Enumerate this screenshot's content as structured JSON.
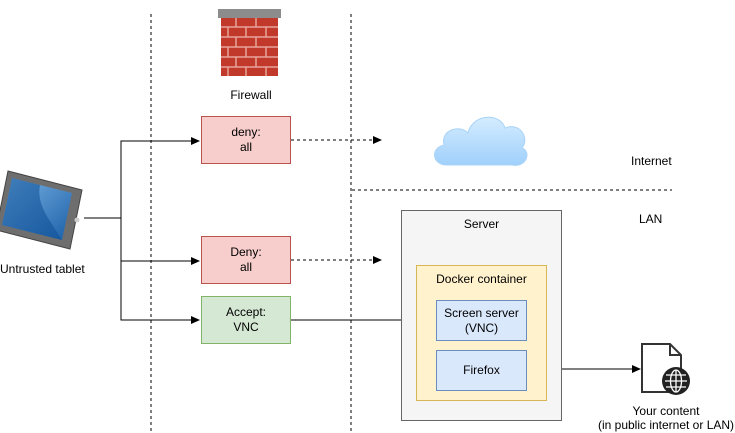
{
  "firewall": {
    "label": "Firewall"
  },
  "tablet": {
    "label": "Untrusted tablet"
  },
  "rules": {
    "deny_internet": {
      "line1": "deny:",
      "line2": "all"
    },
    "deny_lan": {
      "line1": "Deny:",
      "line2": "all"
    },
    "accept_vnc": {
      "line1": "Accept:",
      "line2": "VNC"
    }
  },
  "zones": {
    "internet": "Internet",
    "lan": "LAN"
  },
  "server": {
    "label": "Server",
    "docker": {
      "label": "Docker container",
      "screen_server": {
        "line1": "Screen server",
        "line2": "(VNC)"
      },
      "firefox": "Firefox"
    }
  },
  "content": {
    "line1": "Your content",
    "line2": "(in public internet or LAN)"
  },
  "colors": {
    "deny_fill": "#f8cecc",
    "deny_stroke": "#b85450",
    "accept_fill": "#d5e8d4",
    "accept_stroke": "#82b366",
    "server_fill": "#f5f5f5",
    "docker_fill": "#fff2cc",
    "docker_stroke": "#d6b656",
    "inner_fill": "#dae8fc",
    "inner_stroke": "#6c8ebf",
    "cloud": "#bfe0ff",
    "brick": "#c0392b"
  },
  "icons": [
    "firewall-icon",
    "tablet-icon",
    "cloud-icon",
    "document-globe-icon"
  ]
}
